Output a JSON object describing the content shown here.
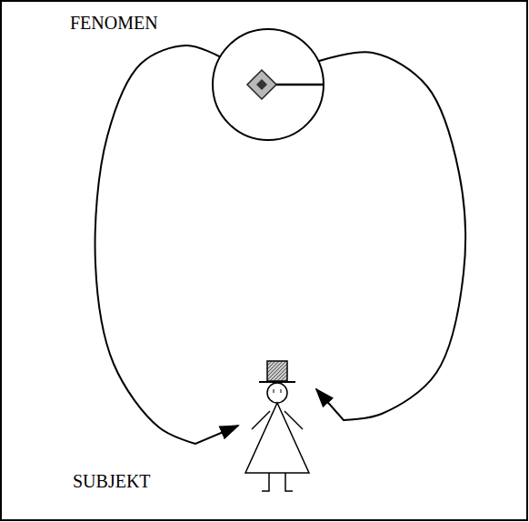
{
  "diagram": {
    "nodes": [
      {
        "text": [
          "FENOMEN"
        ]
      },
      {
        "text": [
          "SUBJEKT"
        ]
      }
    ],
    "edges": [
      {
        "from": 0,
        "to": 1,
        "arrow": "to"
      },
      {
        "from": 0,
        "to": 1,
        "arrow": "to"
      }
    ]
  }
}
